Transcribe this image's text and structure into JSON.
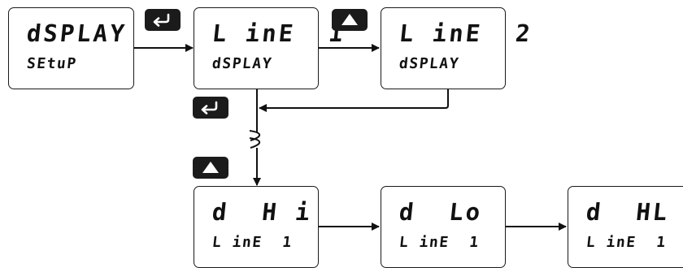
{
  "boxes": [
    {
      "id": "display-setup",
      "line1": "dSPLAY",
      "line2": "SEtuP"
    },
    {
      "id": "line1-display",
      "line1": "L inE  1",
      "line2": "dSPLAY"
    },
    {
      "id": "line2-display",
      "line1": "L inE  2",
      "line2": "dSPLAY"
    },
    {
      "id": "d-hi",
      "line1": "d  H i",
      "line2": "L inE  1"
    },
    {
      "id": "d-lo",
      "line1": "d  Lo",
      "line2": "L inE  1"
    },
    {
      "id": "d-hl",
      "line1": "d  HL",
      "line2": "L inE  1"
    }
  ],
  "keys": [
    "enter-key",
    "up-key",
    "enter-key",
    "up-key"
  ],
  "colors": {
    "key_fill": "#1b1b1b",
    "line": "#111111",
    "box_border": "#1a1a1a"
  }
}
